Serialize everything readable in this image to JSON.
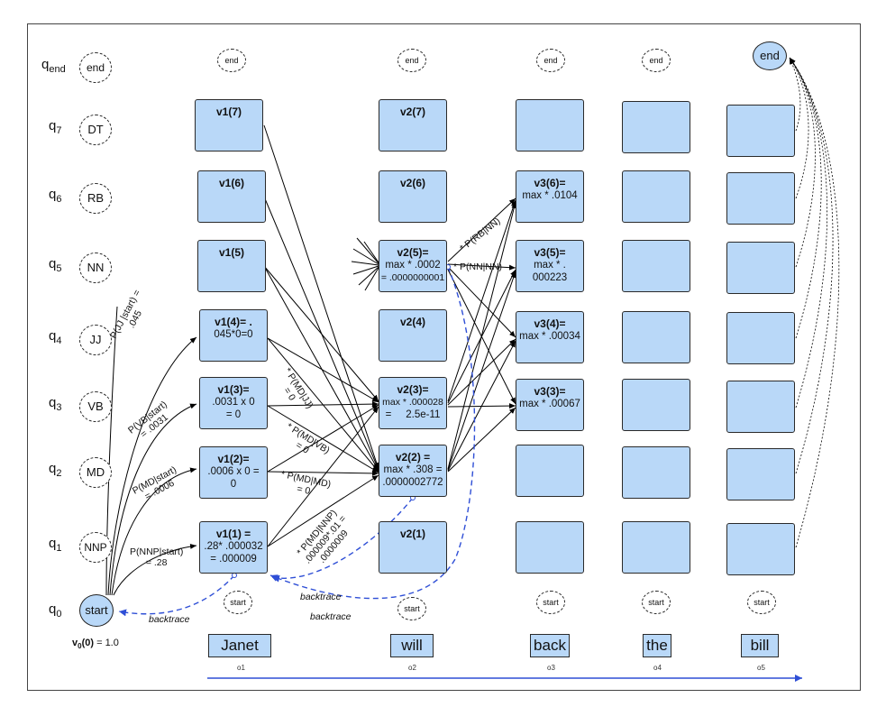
{
  "rows": [
    {
      "q": "q",
      "sub": "end",
      "state": "end"
    },
    {
      "q": "q",
      "sub": "7",
      "state": "DT"
    },
    {
      "q": "q",
      "sub": "6",
      "state": "RB"
    },
    {
      "q": "q",
      "sub": "5",
      "state": "NN"
    },
    {
      "q": "q",
      "sub": "4",
      "state": "JJ"
    },
    {
      "q": "q",
      "sub": "3",
      "state": "VB"
    },
    {
      "q": "q",
      "sub": "2",
      "state": "MD"
    },
    {
      "q": "q",
      "sub": "1",
      "state": "NNP"
    },
    {
      "q": "q",
      "sub": "0",
      "state": "start"
    }
  ],
  "words": [
    "Janet",
    "will",
    "back",
    "the",
    "bill"
  ],
  "obs": [
    "o1",
    "o2",
    "o3",
    "o4",
    "o5"
  ],
  "small_end": "end",
  "small_start": "start",
  "v0": {
    "pre": "v",
    "sub": "0",
    "rest": "(0)",
    "val": " = 1.0"
  },
  "col1": [
    {
      "h": "v1(7)",
      "b1": "",
      "b2": ""
    },
    {
      "h": "v1(6)",
      "b1": "",
      "b2": ""
    },
    {
      "h": "v1(5)",
      "b1": "",
      "b2": ""
    },
    {
      "h": "v1(4)= .",
      "b1": "045*0=0",
      "b2": ""
    },
    {
      "h": "v1(3)=",
      "b1": ".0031 x 0",
      "b2": "= 0"
    },
    {
      "h": "v1(2)=",
      "b1": ".0006 x 0 =",
      "b2": "0"
    },
    {
      "h": "v1(1) =",
      "b1": ".28* .000032",
      "b2": "= .000009"
    }
  ],
  "col2": [
    {
      "h": "v2(7)",
      "b1": "",
      "b2": ""
    },
    {
      "h": "v2(6)",
      "b1": "",
      "b2": ""
    },
    {
      "h": "v2(5)=",
      "b1": "max * .0002",
      "b2": "= .0000000001"
    },
    {
      "h": "v2(4)",
      "b1": "",
      "b2": ""
    },
    {
      "h": "v2(3)=",
      "b1": "max * .000028",
      "b2": "=     2.5e-11"
    },
    {
      "h": "v2(2) =",
      "b1": "max * .308 =",
      "b2": ".0000002772"
    },
    {
      "h": "v2(1)",
      "b1": "",
      "b2": ""
    }
  ],
  "col3": [
    {
      "h": "",
      "b1": "",
      "b2": ""
    },
    {
      "h": "v3(6)=",
      "b1": "max * .0104",
      "b2": ""
    },
    {
      "h": "v3(5)=",
      "b1": "max * .",
      "b2": "000223"
    },
    {
      "h": "v3(4)=",
      "b1": "max * .00034",
      "b2": ""
    },
    {
      "h": "v3(3)=",
      "b1": "max * .00067",
      "b2": ""
    },
    {
      "h": "",
      "b1": "",
      "b2": ""
    },
    {
      "h": "",
      "b1": "",
      "b2": ""
    }
  ],
  "edge_labels": {
    "jj_start": "P(JJ |start) =",
    "jj_start_val": ".045",
    "vb_start": "P(VB|start)",
    "vb_start_val": "= .0031",
    "md_start": "P(MD|start)",
    "md_start_val": "= .0006",
    "nnp_start": "P(NNP|start)",
    "nnp_start_val": "= .28",
    "md_jj": "* P(MD|JJ)",
    "md_jj_val": "= 0",
    "md_vb": "* P(MD|VB)",
    "md_vb_val": "= 0",
    "md_md": "* P(MD|MD)",
    "md_md_val": "= 0",
    "md_nnp": "* P(MD|NNP)",
    "md_nnp_val": ".000009*.01 =",
    "md_nnp_val2": ".0000009",
    "rb_nn": "* P(RB|NN)",
    "nn_nn": "* P(NN|NN)",
    "backtrace": "backtrace"
  },
  "colors": {
    "cell": "#b9d8f8",
    "trace": "#2f4fd6",
    "arrow": "#000000"
  }
}
